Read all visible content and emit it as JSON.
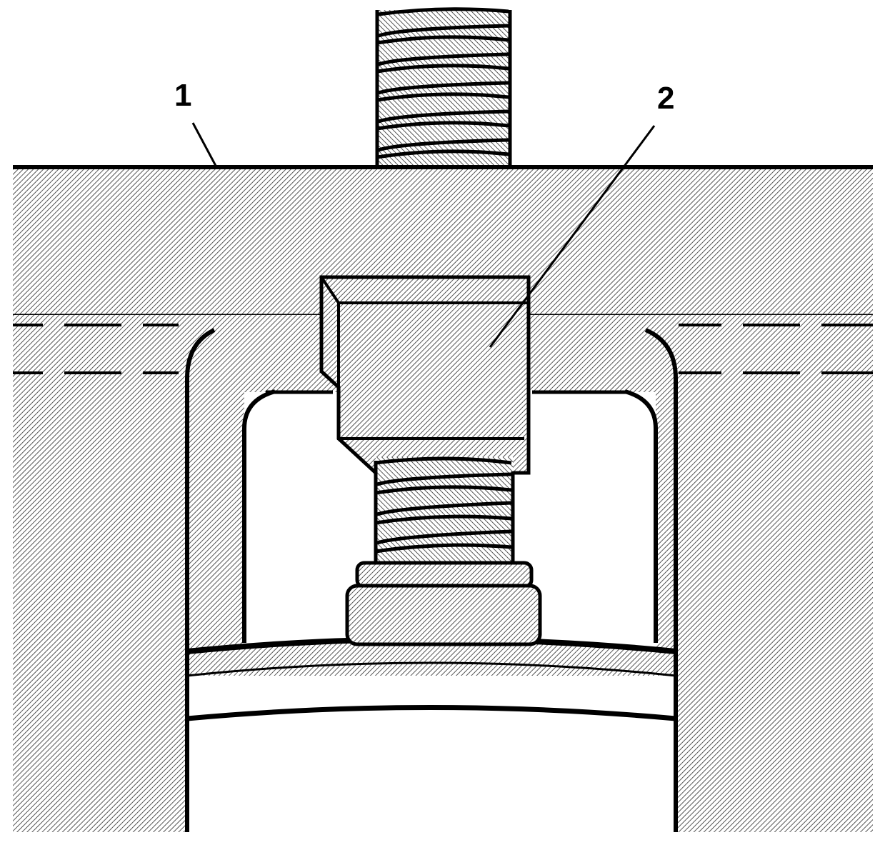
{
  "callouts": [
    {
      "id": "1",
      "label": "1"
    },
    {
      "id": "2",
      "label": "2"
    }
  ],
  "colors": {
    "line": "#000000",
    "background": "#ffffff",
    "hatch": "#555555"
  }
}
